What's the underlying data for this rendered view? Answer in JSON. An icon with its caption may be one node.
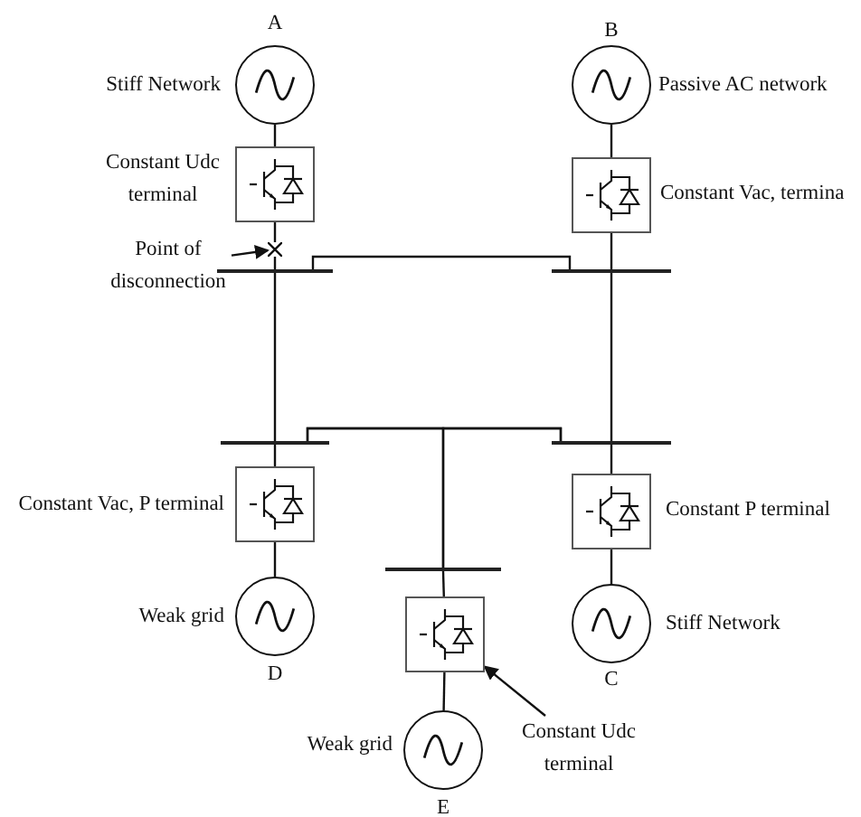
{
  "diagram": {
    "nodes": [
      {
        "text": [],
        "shape": "circle",
        "beside": [
          "A",
          "Stiff Network"
        ]
      },
      {
        "text": [],
        "shape": "circle",
        "beside": [
          "B",
          "Passive AC network"
        ]
      },
      {
        "text": [],
        "shape": "box",
        "beside": [
          "Constant Udc terminal"
        ]
      },
      {
        "text": [],
        "shape": "box",
        "beside": [
          "Constant Vac, termina"
        ]
      },
      {
        "text": [
          "Point of disconnection"
        ]
      },
      {
        "text": [],
        "shape": "bar"
      },
      {
        "text": [],
        "shape": "bar"
      },
      {
        "text": [],
        "shape": "bar"
      },
      {
        "text": [],
        "shape": "bar"
      },
      {
        "text": [],
        "shape": "box",
        "beside": [
          "Constant Vac, P terminal"
        ]
      },
      {
        "text": [],
        "shape": "box",
        "beside": [
          "Constant P terminal"
        ]
      },
      {
        "text": [],
        "shape": "bar"
      },
      {
        "text": [],
        "shape": "circle",
        "beside": [
          "Weak grid",
          "D"
        ]
      },
      {
        "text": [],
        "shape": "box"
      },
      {
        "text": [],
        "shape": "circle",
        "beside": [
          "Stiff Network",
          "C"
        ]
      },
      {
        "text": [
          "Constant Udc terminal"
        ]
      },
      {
        "text": [],
        "shape": "circle",
        "beside": [
          "Weak grid",
          "E"
        ]
      },
      {
        "text": [],
        "shape": "cross"
      }
    ],
    "edges": [
      {
        "from": 0,
        "to": 2,
        "arrow": "none"
      },
      {
        "from": 2,
        "to": 17,
        "arrow": "none"
      },
      {
        "from": 17,
        "to": 5,
        "arrow": "none"
      },
      {
        "from": 1,
        "to": 3,
        "arrow": "none"
      },
      {
        "from": 3,
        "to": 6,
        "arrow": "none"
      },
      {
        "from": 5,
        "to": 6,
        "arrow": "none"
      },
      {
        "from": 4,
        "to": 17,
        "arrow": "to"
      },
      {
        "from": 5,
        "to": 7,
        "arrow": "none"
      },
      {
        "from": 6,
        "to": 8,
        "arrow": "none"
      },
      {
        "from": 7,
        "to": 8,
        "arrow": "none"
      },
      {
        "from": 7,
        "to": 11,
        "arrow": "none"
      },
      {
        "from": 8,
        "to": 11,
        "arrow": "none"
      },
      {
        "from": 7,
        "to": 9,
        "arrow": "none"
      },
      {
        "from": 9,
        "to": 12,
        "arrow": "none"
      },
      {
        "from": 8,
        "to": 10,
        "arrow": "none"
      },
      {
        "from": 10,
        "to": 14,
        "arrow": "none"
      },
      {
        "from": 11,
        "to": 13,
        "arrow": "none"
      },
      {
        "from": 13,
        "to": 16,
        "arrow": "none"
      },
      {
        "from": 15,
        "to": 13,
        "arrow": "to"
      }
    ]
  }
}
